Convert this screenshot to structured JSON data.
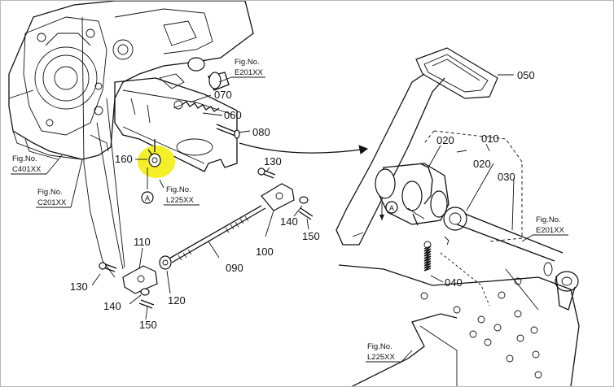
{
  "highlight_color": "#f5ef2a",
  "figure_refs": {
    "e201_top": {
      "label": "Fig.No.",
      "code": "E201XX"
    },
    "c401": {
      "label": "Fig.No.",
      "code": "C401XX"
    },
    "c201": {
      "label": "Fig.No.",
      "code": "C201XX"
    },
    "l225_mid": {
      "label": "Fig.No.",
      "code": "L225XX"
    },
    "e201_right": {
      "label": "Fig.No.",
      "code": "E201XX"
    },
    "l225_bottom": {
      "label": "Fig.No.",
      "code": "L225XX"
    }
  },
  "callouts": {
    "p050": "050",
    "p070": "070",
    "p060": "060",
    "p080": "080",
    "p160": "160",
    "p130_upper": "130",
    "p140_upper": "140",
    "p150_upper": "150",
    "p100": "100",
    "p110": "110",
    "p130_lower": "130",
    "p140_lower": "140",
    "p150_lower": "150",
    "p120": "120",
    "p090": "090",
    "p020_a": "020",
    "p010": "010",
    "p020_b": "020",
    "p030": "030",
    "p040": "040"
  },
  "circle_markers": {
    "a_left": "A",
    "a_right": "A"
  }
}
